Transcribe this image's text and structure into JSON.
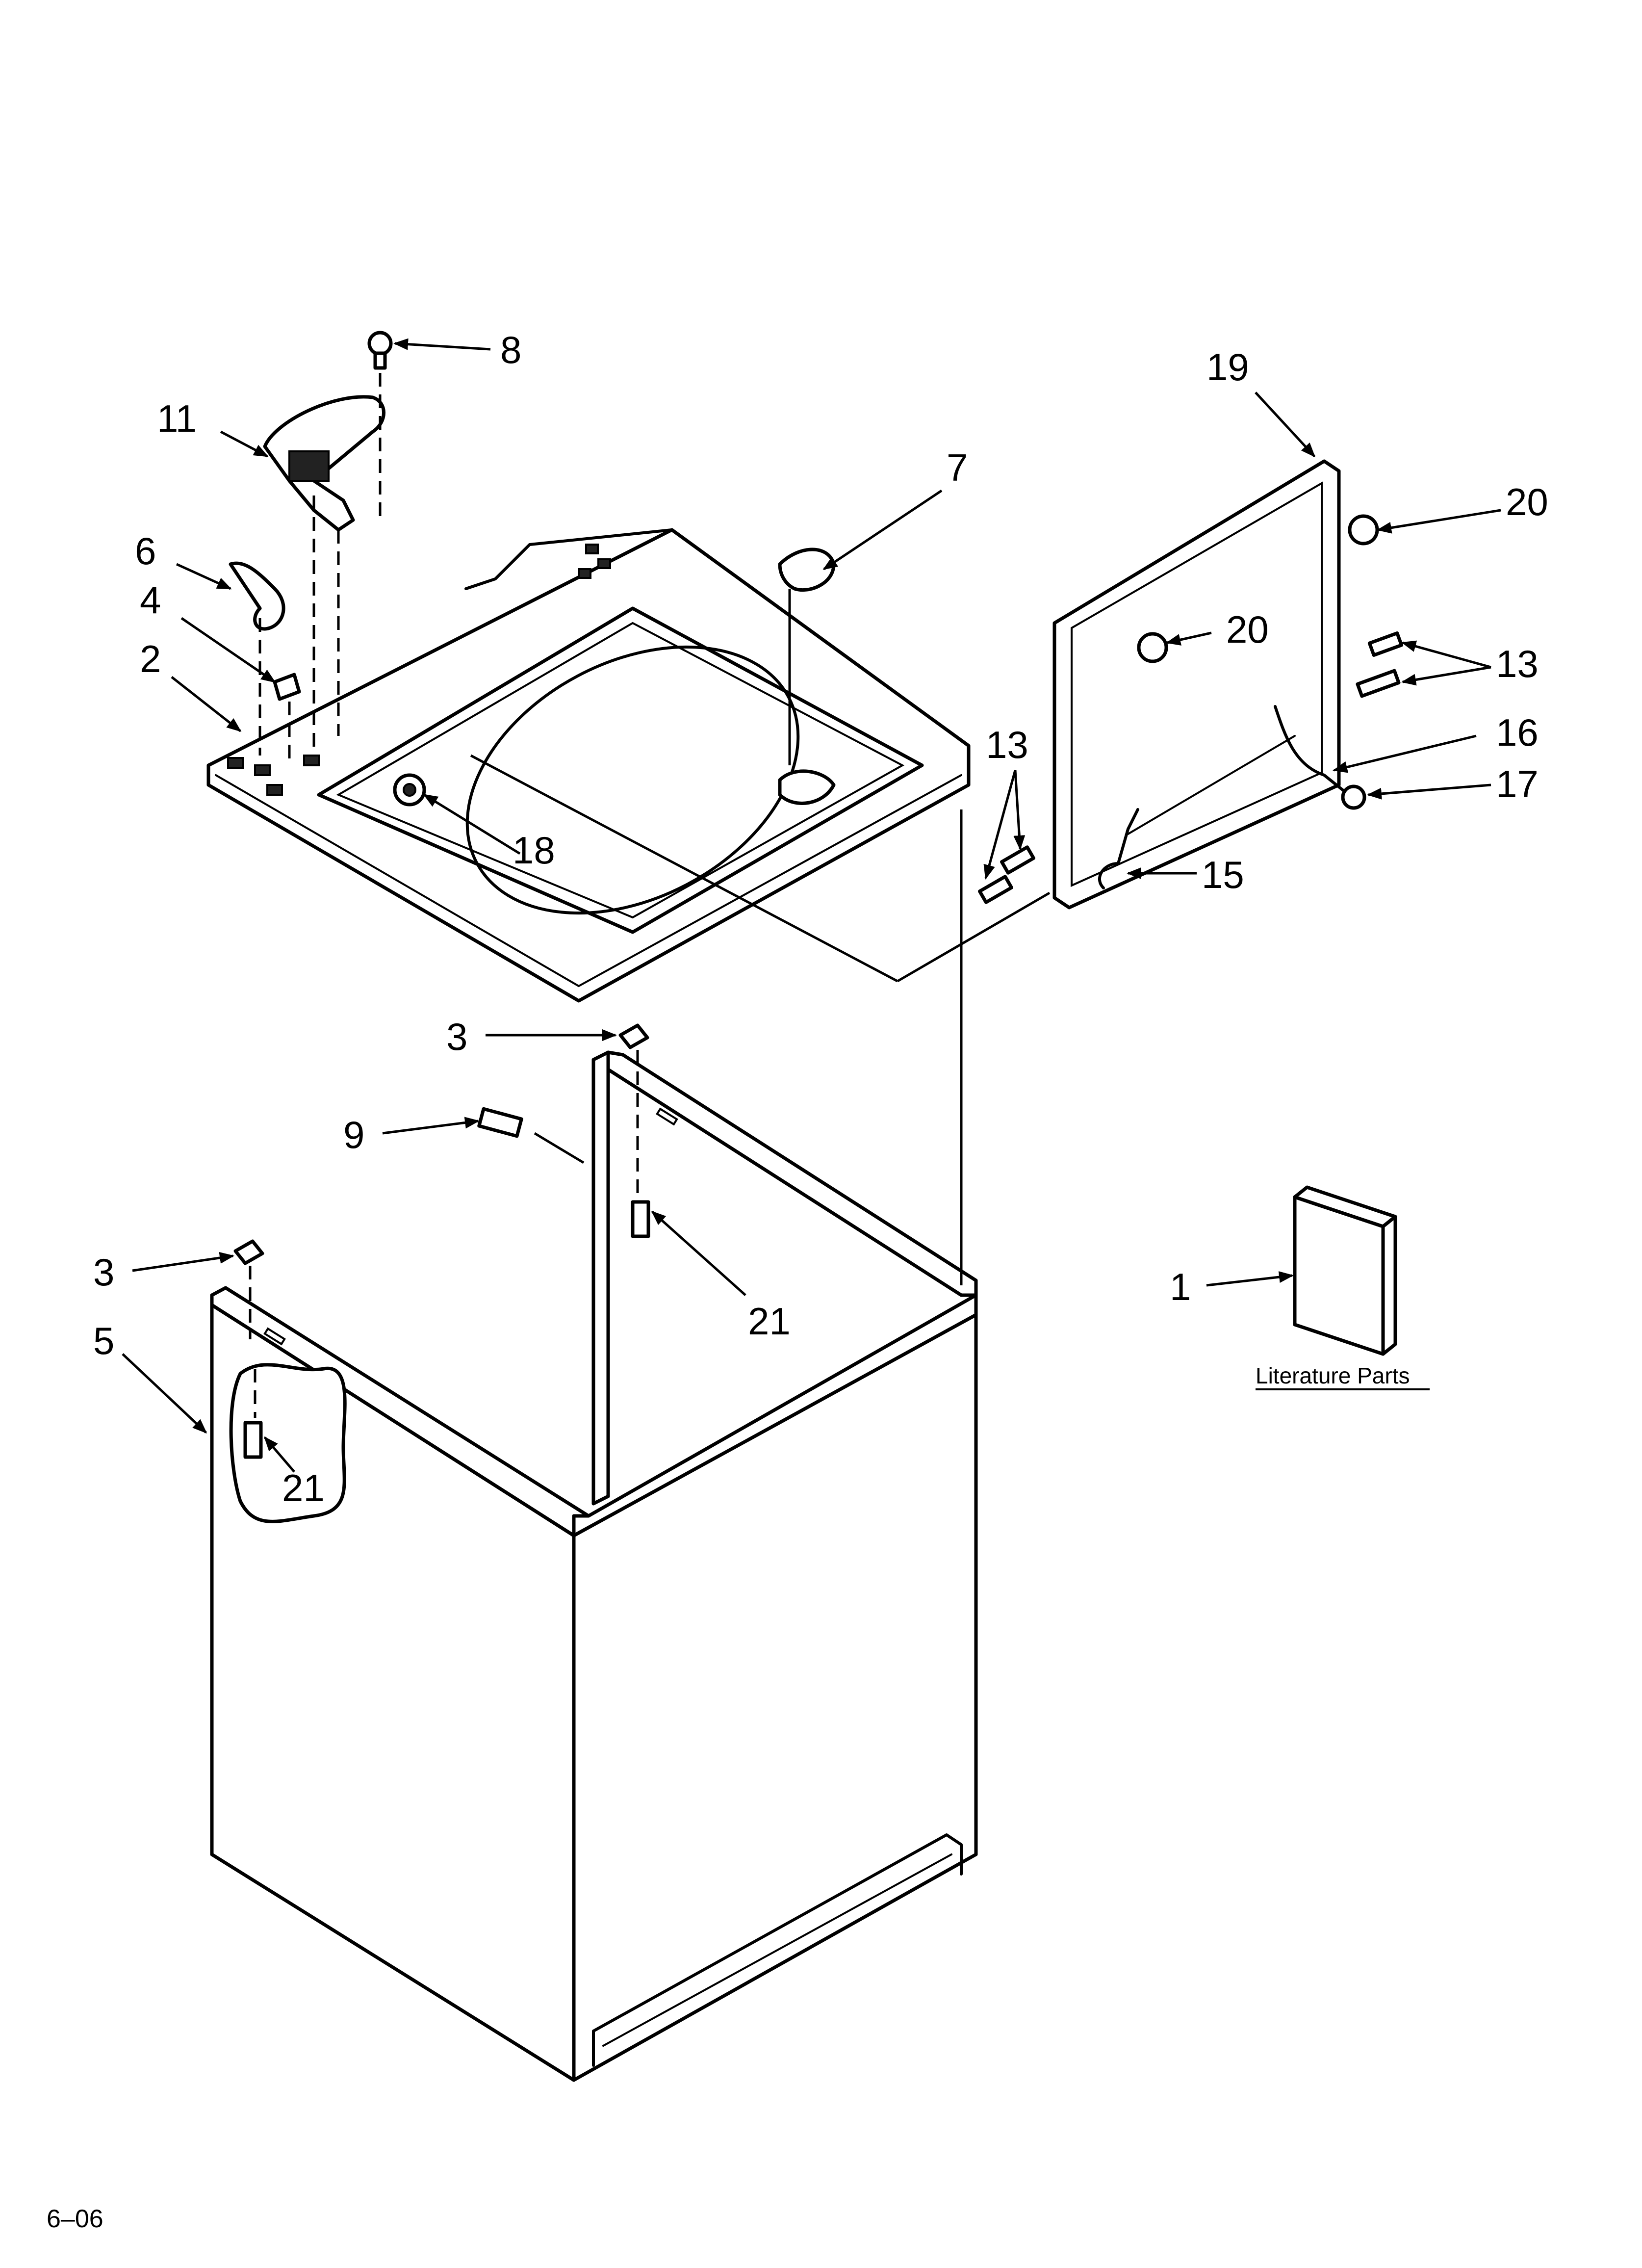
{
  "callouts": {
    "c1": "1",
    "c2": "2",
    "c3a": "3",
    "c3b": "3",
    "c4": "4",
    "c5": "5",
    "c6": "6",
    "c7": "7",
    "c8": "8",
    "c9": "9",
    "c11": "11",
    "c13a": "13",
    "c13b": "13",
    "c15": "15",
    "c16": "16",
    "c17": "17",
    "c18": "18",
    "c19": "19",
    "c20a": "20",
    "c20b": "20",
    "c21a": "21",
    "c21b": "21"
  },
  "literature_label": "Literature Parts",
  "page_code": "6–06"
}
